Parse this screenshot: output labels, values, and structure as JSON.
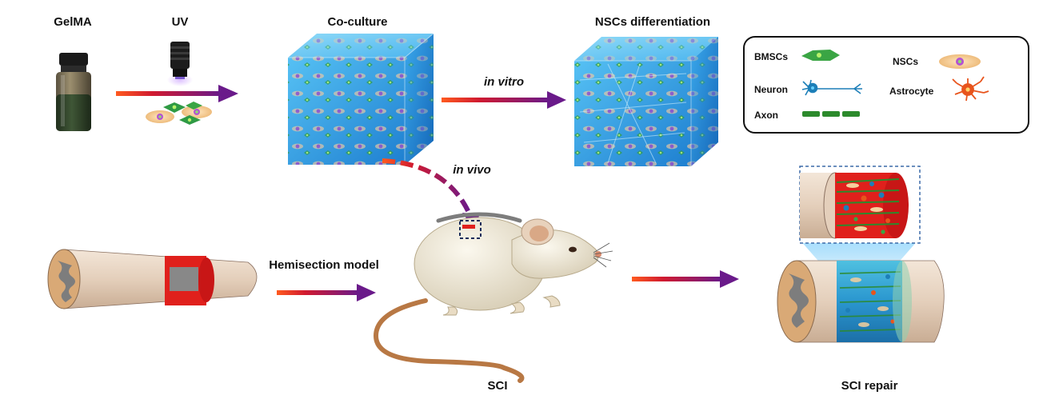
{
  "labels": {
    "gelma": "GelMA",
    "uv": "UV",
    "coculture": "Co-culture",
    "differentiation": "NSCs differentiation",
    "in_vitro": "in vitro",
    "in_vivo": "in vivo",
    "hemisection": "Hemisection model",
    "sci": "SCI",
    "sci_repair": "SCI repair"
  },
  "legend": {
    "bmscs": "BMSCs",
    "nscs": "NSCs",
    "neuron": "Neuron",
    "astrocyte": "Astrocyte",
    "axon": "Axon"
  },
  "colors": {
    "arrow_start": "#ff5a1f",
    "arrow_end": "#6a1a8a",
    "hydrogel": "#2f9be0",
    "spinal_tissue": "#e9d6c4",
    "lesion": "#e0201c",
    "mouse_body": "#f2ecdc",
    "tail": "#b87844",
    "bmsc": "#3aa544",
    "nsc": "#f6cf9c",
    "neuron": "#1d7fb8",
    "astrocyte": "#e8541c",
    "axon": "#2c8a2c"
  },
  "icons": [
    "vial-icon",
    "uv-lamp-icon",
    "cell-cluster-icon",
    "hydrogel-cube-icon",
    "spinal-cord-icon",
    "mouse-icon",
    "magnifier-inset-icon"
  ]
}
